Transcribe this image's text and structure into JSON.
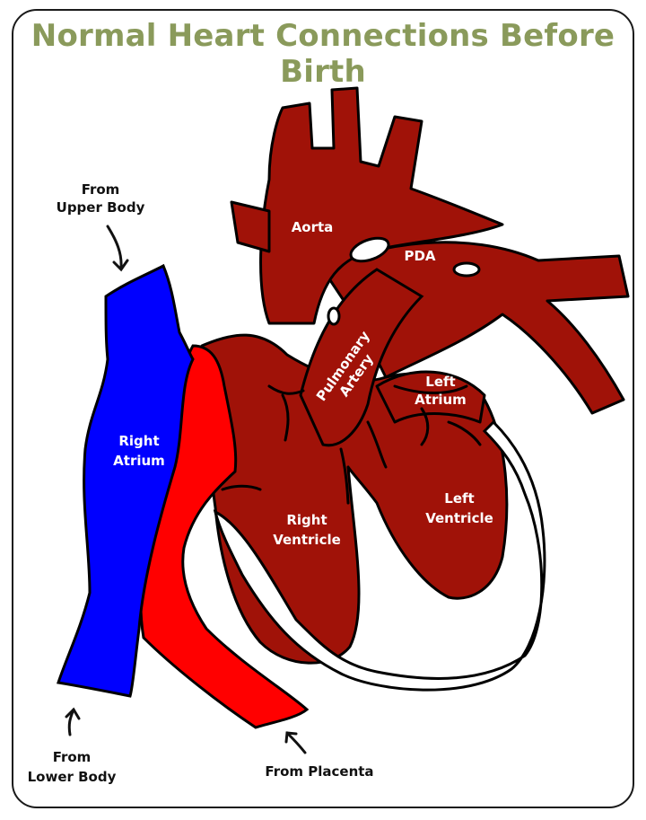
{
  "title": "Normal Heart Connections Before Birth",
  "colors": {
    "title": "#8a9a5b",
    "heart": "#a01208",
    "blue": "#0000ff",
    "red": "#ff0000",
    "outline": "#000000"
  },
  "labels": {
    "aorta": "Aorta",
    "pda": "PDA",
    "pulmonary_line1": "Pulmonary",
    "pulmonary_line2": "Artery",
    "left_atrium_line1": "Left",
    "left_atrium_line2": "Atrium",
    "left_ventricle_line1": "Left",
    "left_ventricle_line2": "Ventricle",
    "right_ventricle_line1": "Right",
    "right_ventricle_line2": "Ventricle",
    "right_atrium_line1": "Right",
    "right_atrium_line2": "Atrium"
  },
  "external": {
    "upper_line1": "From",
    "upper_line2": "Upper Body",
    "lower_line1": "From",
    "lower_line2": "Lower Body",
    "placenta": "From Placenta"
  },
  "icons": [
    "arrow-upper-body-icon",
    "arrow-lower-body-icon",
    "arrow-placenta-icon"
  ]
}
